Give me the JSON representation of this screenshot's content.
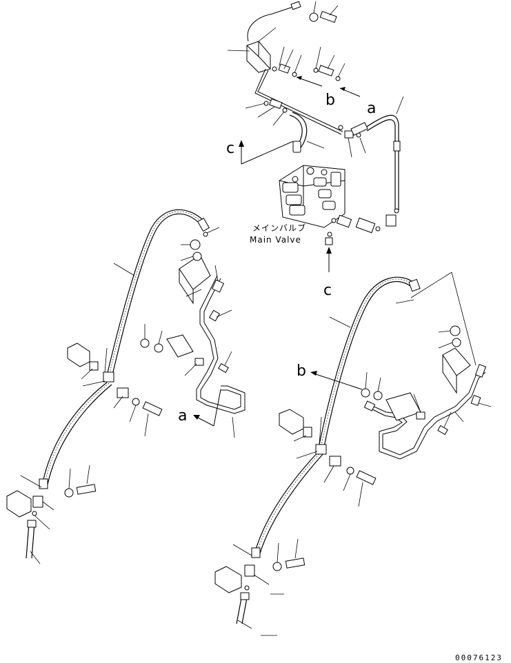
{
  "diagram": {
    "component_label_jp": "メインバルブ",
    "component_label_en": "Main Valve",
    "callouts": {
      "a_top": "a",
      "b_top": "b",
      "c_top": "c",
      "c_bottom": "c",
      "a_left": "a",
      "b_right": "b"
    },
    "drawing_number": "00076123"
  }
}
